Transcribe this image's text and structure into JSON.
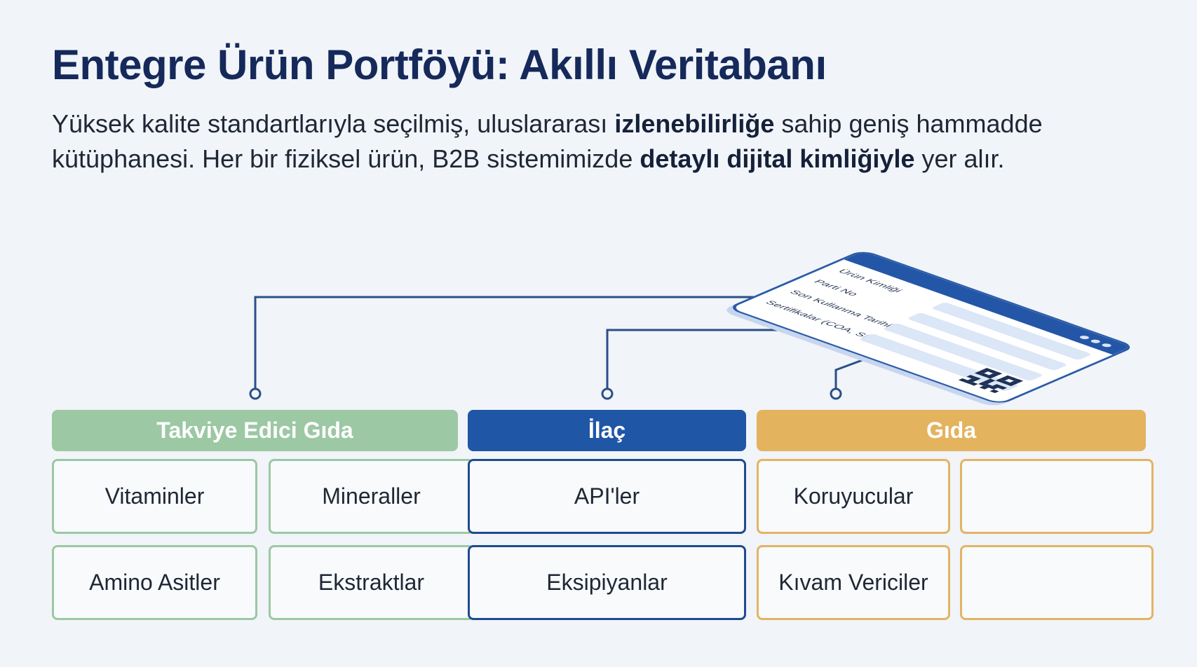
{
  "title": "Entegre Ürün Portföyü: Akıllı Veritabanı",
  "intro": {
    "p1": "Yüksek kalite standartlarıyla seçilmiş, uluslararası ",
    "b1": "izlenebilirliğe",
    "p2": " sahip geniş hammadde kütüphanesi. Her bir fiziksel ürün, B2B sistemimizde ",
    "b2": "detaylı dijital kimliğiyle",
    "p3": " yer alır."
  },
  "card": {
    "rows": [
      {
        "label": "Ürün Kimliği"
      },
      {
        "label": "Parti No"
      },
      {
        "label": "Son Kullanma Tarihi"
      },
      {
        "label": "Sertifikalar (COA, SDS)"
      }
    ]
  },
  "categories": [
    {
      "name": "Takviye Edici Gıda",
      "color": "#9cc8a4",
      "items": [
        "Vitaminler",
        "Mineraller",
        "Amino Asitler",
        "Ekstraktlar"
      ]
    },
    {
      "name": "İlaç",
      "color": "#1f56a6",
      "items": [
        "API'ler",
        "Eksipiyanlar"
      ]
    },
    {
      "name": "Gıda",
      "color": "#e3b35e",
      "items": [
        "Koruyucular",
        "",
        "Kıvam Vericiler",
        ""
      ]
    }
  ],
  "colors": {
    "title": "#15295a",
    "connector": "#2b4f86"
  }
}
